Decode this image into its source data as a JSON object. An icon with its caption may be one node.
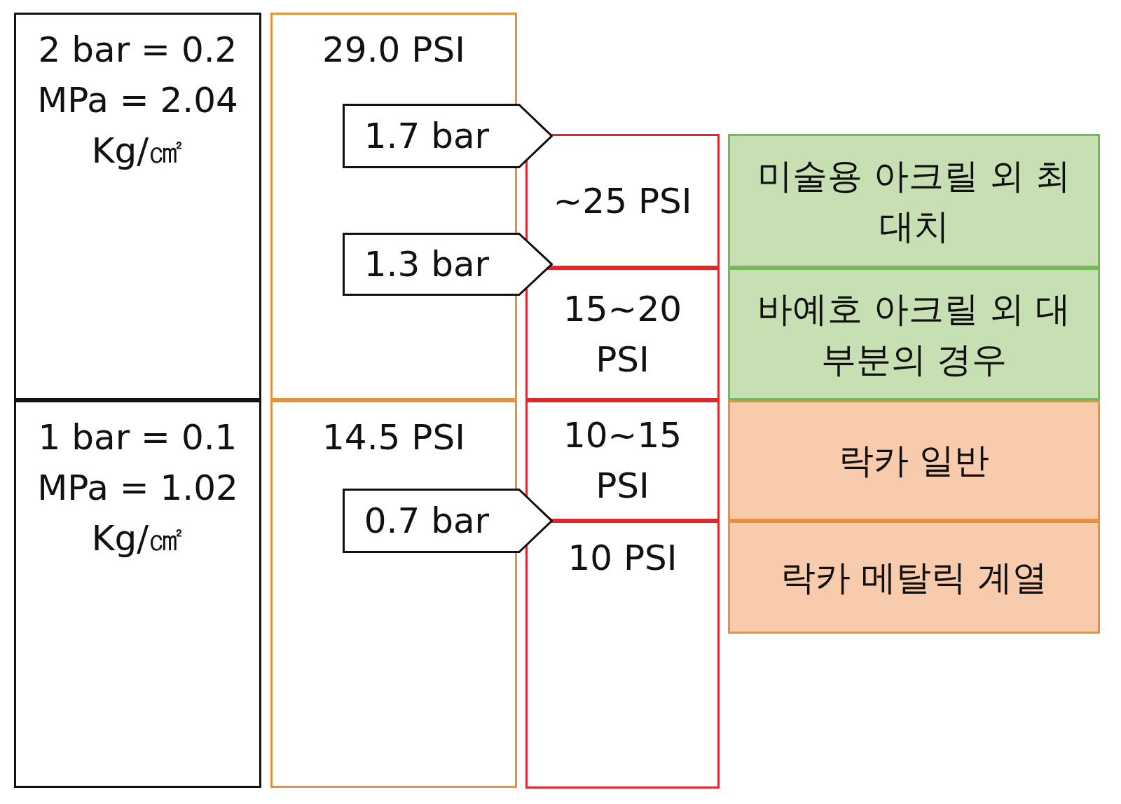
{
  "diagram": {
    "nodes": [
      {
        "text": [
          "2 bar = 0.2 MPa = 2.04 Kg/㎠"
        ]
      },
      {
        "text": [
          "1 bar = 0.1 MPa = 1.02 Kg/㎠"
        ]
      },
      {
        "text": [
          "29.0 PSI"
        ]
      },
      {
        "text": [
          "14.5 PSI"
        ]
      },
      {
        "text": [
          "1.7 bar"
        ]
      },
      {
        "text": [
          "1.3 bar"
        ]
      },
      {
        "text": [
          "0.7 bar"
        ]
      },
      {
        "text": [
          "~25 PSI"
        ]
      },
      {
        "text": [
          "15~20 PSI"
        ]
      },
      {
        "text": [
          "10~15 PSI"
        ]
      },
      {
        "text": [
          "10 PSI"
        ]
      },
      {
        "text": [
          "미술용 아크릴 외 최대치"
        ]
      },
      {
        "text": [
          "바예호 아크릴 외 대부분의 경우"
        ]
      },
      {
        "text": [
          "락카 일반"
        ]
      },
      {
        "text": [
          "락카 메탈릭 계열"
        ]
      }
    ]
  }
}
